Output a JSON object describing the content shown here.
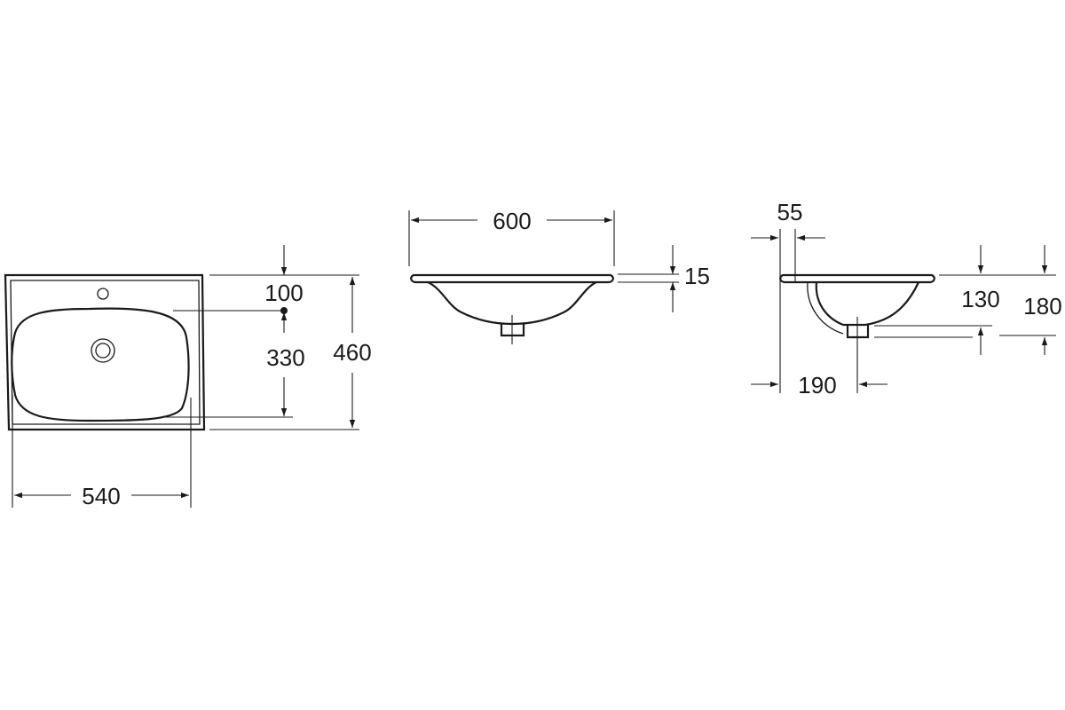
{
  "top_view": {
    "width_label": "540",
    "depth_label": "460",
    "hole_offset_label": "100",
    "bowl_depth_label": "330"
  },
  "front_view": {
    "width_label": "600",
    "rim_thickness_label": "15"
  },
  "side_view": {
    "rim_offset_label": "55",
    "drain_offset_label": "190",
    "bowl_height_label": "130",
    "total_height_label": "180"
  }
}
